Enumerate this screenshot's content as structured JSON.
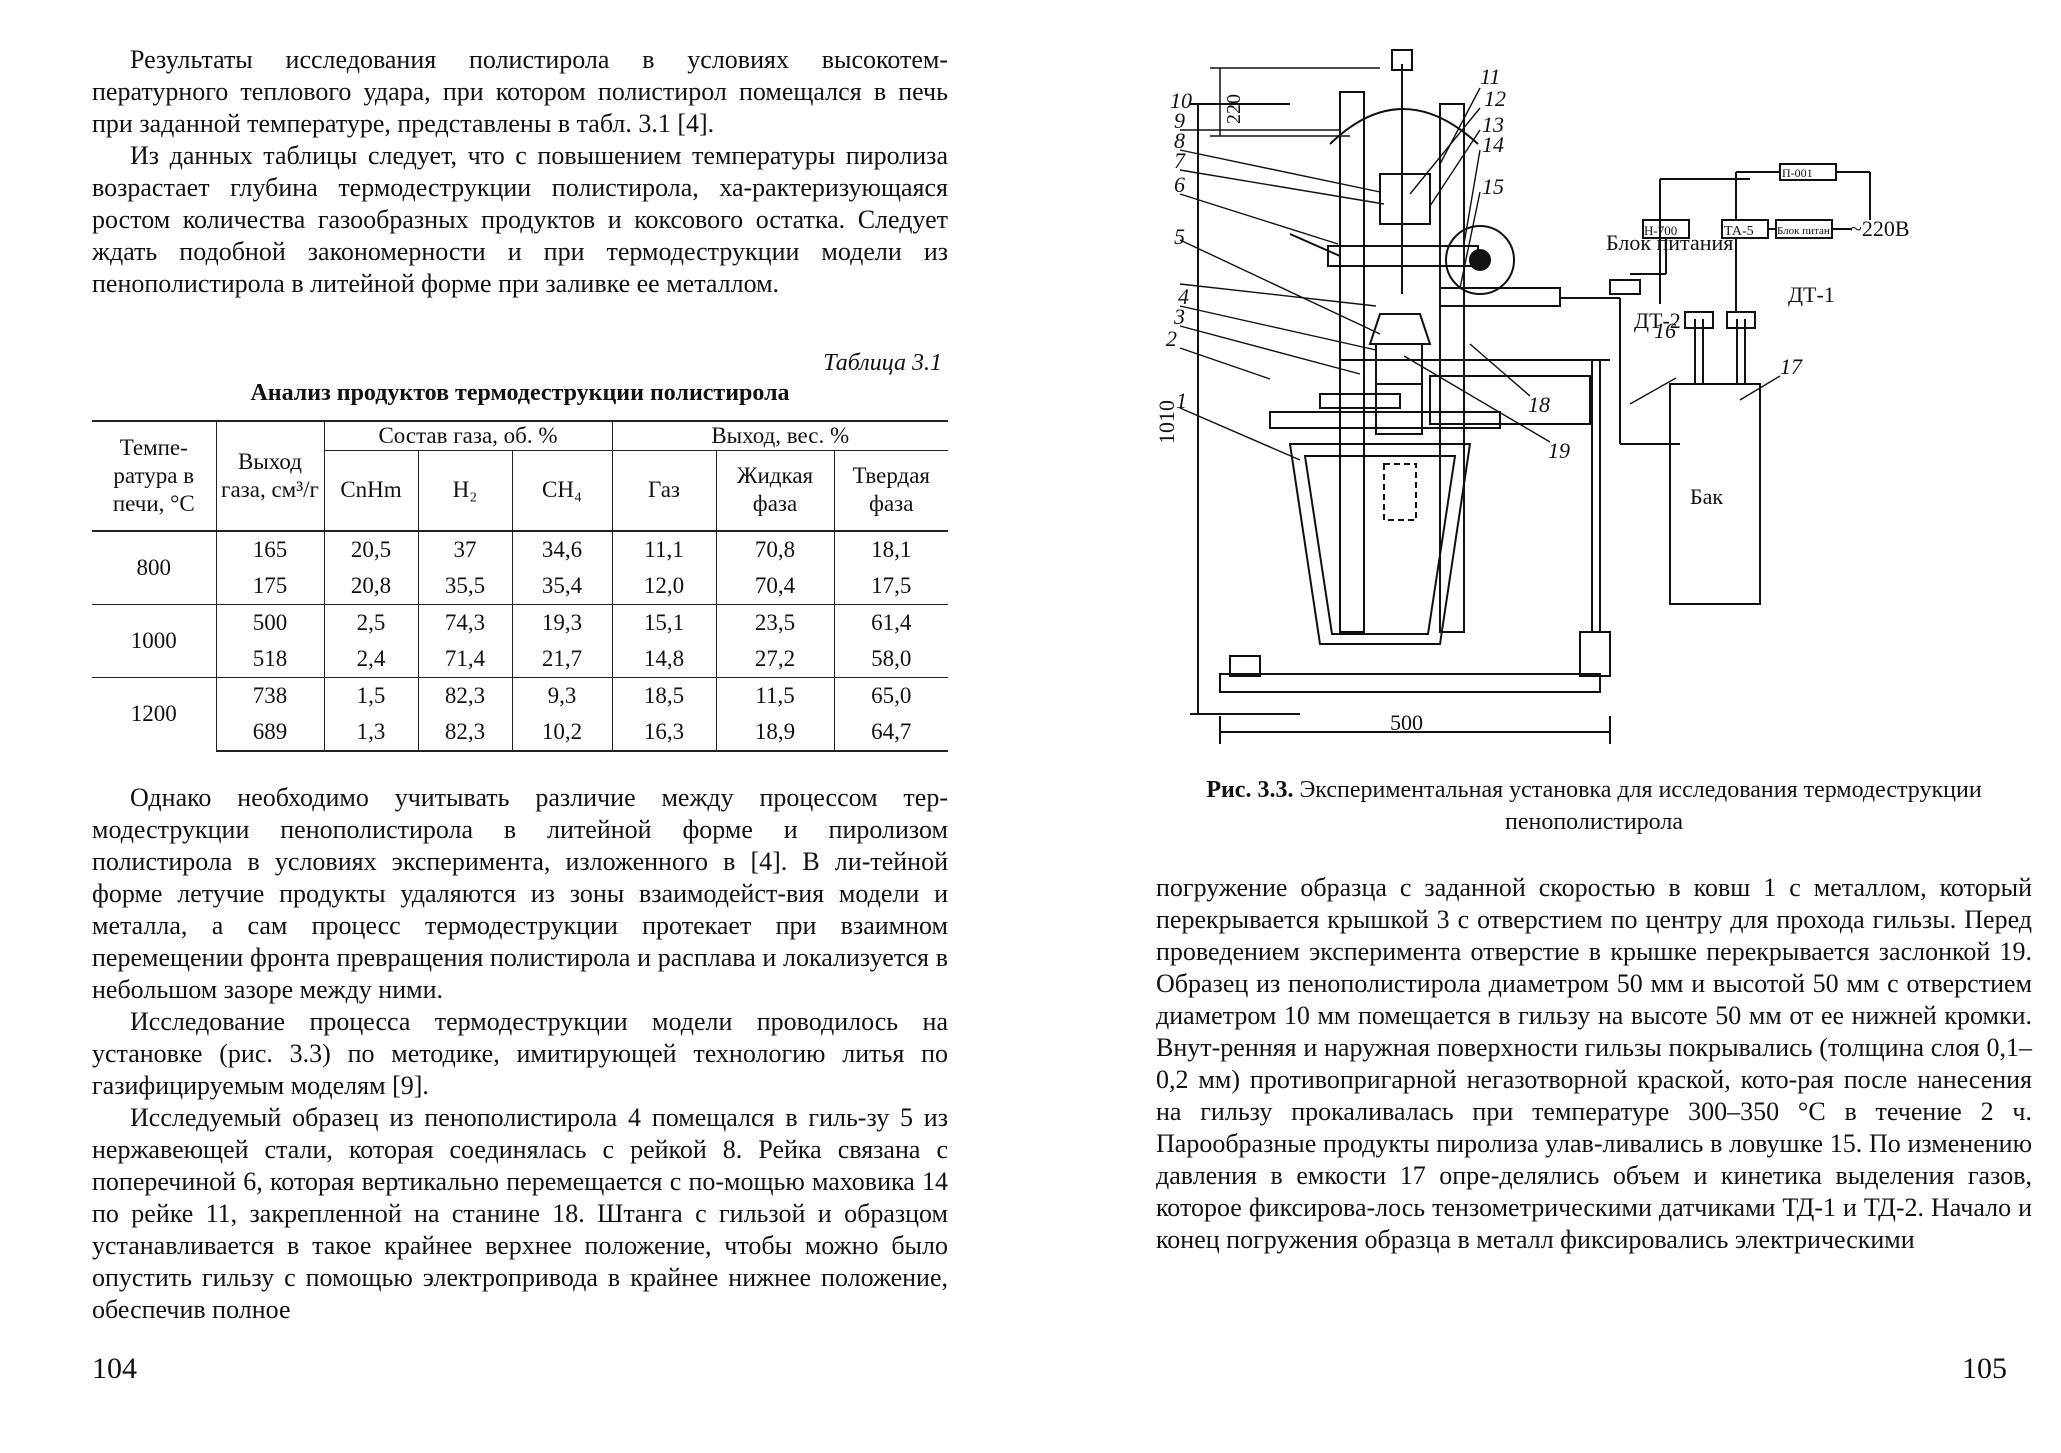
{
  "left_page": {
    "intro_paragraphs": [
      "Результаты исследования полистирола в условиях высокотем-пературного теплового удара, при котором полистирол помещался в печь при заданной температуре, представлены в табл. 3.1 [4].",
      "Из данных таблицы следует, что с повышением температуры пиролиза возрастает глубина термодеструкции полистирола, ха-рактеризующаяся ростом количества газообразных продуктов и коксового остатка. Следует ждать подобной закономерности и при термодеструкции модели из пенополистирола в литейной форме при заливке ее металлом."
    ],
    "table_caption": "Таблица 3.1",
    "table_title": "Анализ продуктов термодеструкции полистирола",
    "table": {
      "col_temp": "Темпе-ратура в печи, °С",
      "col_yield": "Выход газа, см³/г",
      "col_gas_group": "Состав газа, об. %",
      "col_output_group": "Выход, вес. %",
      "sub_cnhm": "CnHm",
      "sub_h2": "H₂",
      "sub_ch4": "CH₄",
      "sub_gas": "Газ",
      "sub_liquid": "Жидкая фаза",
      "sub_solid": "Твердая фаза",
      "groups": [
        {
          "temp": "800",
          "rows": [
            [
              "165",
              "20,5",
              "37",
              "34,6",
              "11,1",
              "70,8",
              "18,1"
            ],
            [
              "175",
              "20,8",
              "35,5",
              "35,4",
              "12,0",
              "70,4",
              "17,5"
            ]
          ]
        },
        {
          "temp": "1000",
          "rows": [
            [
              "500",
              "2,5",
              "74,3",
              "19,3",
              "15,1",
              "23,5",
              "61,4"
            ],
            [
              "518",
              "2,4",
              "71,4",
              "21,7",
              "14,8",
              "27,2",
              "58,0"
            ]
          ]
        },
        {
          "temp": "1200",
          "rows": [
            [
              "738",
              "1,5",
              "82,3",
              "9,3",
              "18,5",
              "11,5",
              "65,0"
            ],
            [
              "689",
              "1,3",
              "82,3",
              "10,2",
              "16,3",
              "18,9",
              "64,7"
            ]
          ]
        }
      ]
    },
    "body_paragraphs": [
      "Однако необходимо учитывать различие между процессом тер-модеструкции пенополистирола в литейной форме и пиролизом полистирола в условиях эксперимента, изложенного в [4]. В ли-тейной форме летучие продукты удаляются из зоны взаимодейст-вия модели и металла, а сам процесс термодеструкции протекает при взаимном перемещении фронта превращения полистирола и расплава и локализуется в небольшом зазоре между ними.",
      "Исследование процесса термодеструкции модели проводилось на установке (рис. 3.3) по методике, имитирующей технологию литья по газифицируемым моделям [9].",
      "Исследуемый образец из пенополистирола 4 помещался в гиль-зу 5 из нержавеющей стали, которая соединялась с рейкой 8. Рейка связана с поперечиной 6, которая вертикально перемещается с по-мощью маховика 14 по рейке 11, закрепленной на станине 18. Штанга с гильзой и образцом устанавливается в такое крайнее верхнее положение, чтобы можно было опустить гильзу с помощью электропривода в крайнее нижнее положение, обеспечив полное"
    ],
    "page_number": "104"
  },
  "right_page": {
    "figure": {
      "dim_220": "220",
      "dim_1010": "1010",
      "dim_500": "500",
      "labels": [
        "1",
        "2",
        "3",
        "4",
        "5",
        "6",
        "7",
        "8",
        "9",
        "10",
        "11",
        "12",
        "13",
        "14",
        "15",
        "16",
        "17",
        "18",
        "19"
      ],
      "box_p001": "П-001",
      "box_n700": "Н-700",
      "box_ta5": "ТА-5",
      "box_blok_pitan": "Блок питан",
      "supply_label": "Блок питания",
      "voltage": "~220В",
      "dt1": "ДТ-1",
      "dt2": "ДТ-2",
      "tank": "Бак"
    },
    "caption_bold": "Рис. 3.3.",
    "caption_text": "Экспериментальная установка для исследования термодеструкции пенополистирола",
    "body_paragraphs": [
      "погружение образца с заданной скоростью в ковш 1 с металлом, который перекрывается крышкой 3 с отверстием по центру для прохода гильзы. Перед проведением эксперимента отверстие в крышке перекрывается заслонкой 19. Образец из пенополистирола диаметром 50 мм и высотой 50 мм с отверстием диаметром 10 мм помещается в гильзу на высоте 50 мм от ее нижней кромки. Внут-ренняя и наружная поверхности гильзы покрывались (толщина слоя 0,1–0,2 мм) противопригарной негазотворной краской, кото-рая после нанесения на гильзу прокаливалась при температуре 300–350 °С в течение 2 ч. Парообразные продукты пиролиза улав-ливались в ловушке 15. По изменению давления в емкости 17 опре-делялись объем и кинетика выделения газов, которое фиксирова-лось тензометрическими датчиками ТД-1 и ТД-2. Начало и конец погружения образца в металл фиксировались электрическими"
    ],
    "page_number": "105"
  }
}
